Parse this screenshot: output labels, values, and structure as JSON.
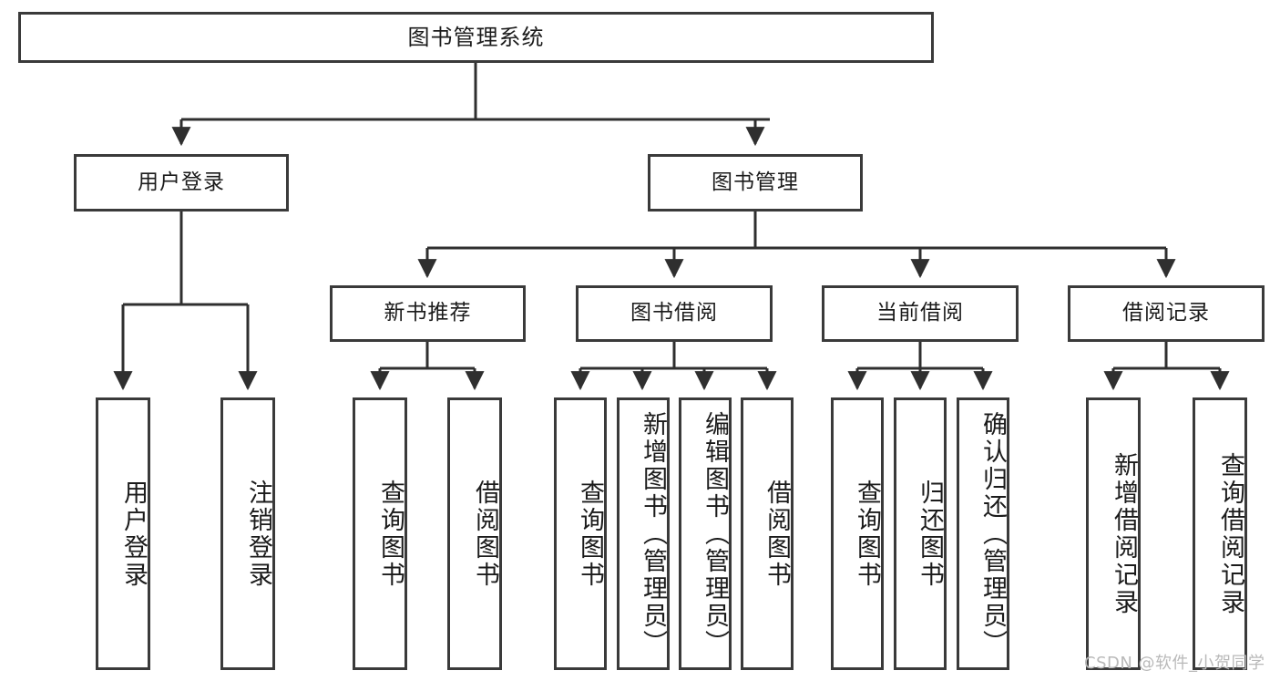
{
  "diagram": {
    "type": "tree",
    "title": "图书管理系统",
    "root": {
      "label": "图书管理系统"
    },
    "level2": [
      {
        "label": "用户登录"
      },
      {
        "label": "图书管理"
      }
    ],
    "level3": [
      {
        "label": "新书推荐"
      },
      {
        "label": "图书借阅"
      },
      {
        "label": "当前借阅"
      },
      {
        "label": "借阅记录"
      }
    ],
    "leaves": {
      "user_login": [
        {
          "label": "用户登录"
        },
        {
          "label": "注销登录"
        }
      ],
      "new_book_recommend": [
        {
          "label": "查询图书"
        },
        {
          "label": "借阅图书"
        }
      ],
      "book_borrow": [
        {
          "label": "查询图书"
        },
        {
          "label": "新增图书（管理员）"
        },
        {
          "label": "编辑图书（管理员）"
        },
        {
          "label": "借阅图书"
        }
      ],
      "current_borrow": [
        {
          "label": "查询图书"
        },
        {
          "label": "归还图书"
        },
        {
          "label": "确认归还（管理员）"
        }
      ],
      "borrow_record": [
        {
          "label": "新增借阅记录"
        },
        {
          "label": "查询借阅记录"
        }
      ]
    }
  },
  "watermark": {
    "text": "CSDN @软件_小贺同学"
  },
  "colors": {
    "border": "#3a3a3a",
    "text": "#1b1b1b",
    "background": "#ffffff",
    "watermark": "#b9b9b9"
  }
}
